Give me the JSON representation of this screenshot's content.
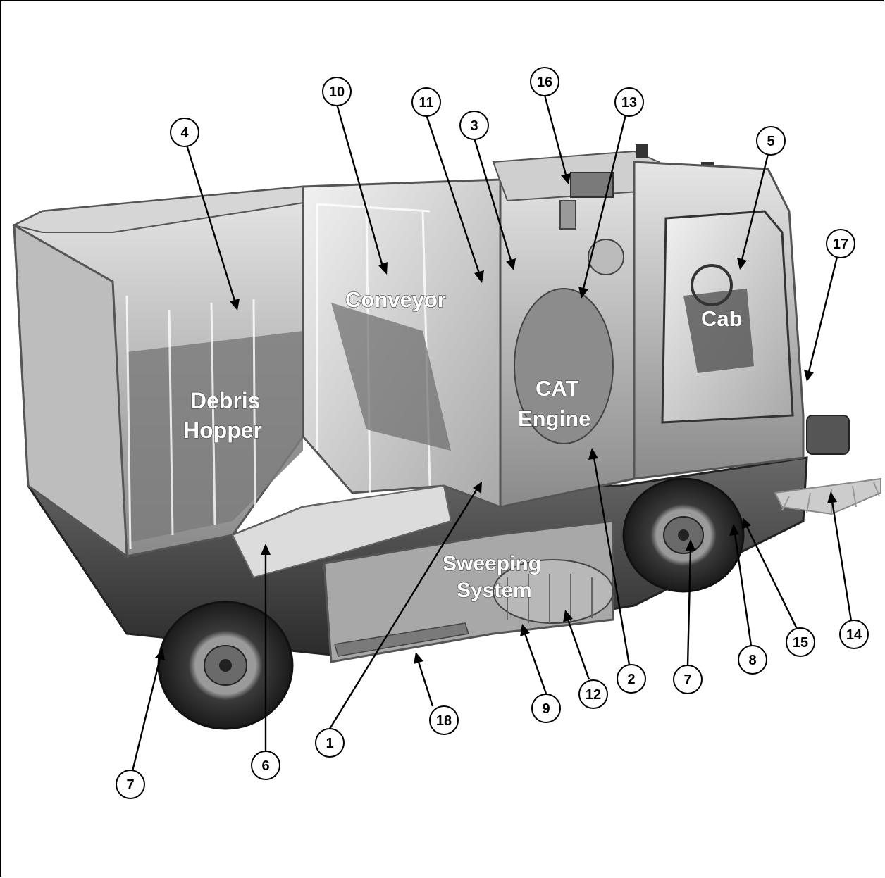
{
  "region_labels": {
    "conveyor": "Conveyor",
    "debris_line1": "Debris",
    "debris_line2": "Hopper",
    "engine_line1": "CAT",
    "engine_line2": "Engine",
    "cab": "Cab",
    "sweeping_line1": "Sweeping",
    "sweeping_line2": "System"
  },
  "callouts": {
    "c10": "10",
    "c11": "11",
    "c3": "3",
    "c16": "16",
    "c13": "13",
    "c4": "4",
    "c5": "5",
    "c17": "17",
    "c1": "1",
    "c6": "6",
    "c7a": "7",
    "c18": "18",
    "c9": "9",
    "c12": "12",
    "c2": "2",
    "c7b": "7",
    "c8": "8",
    "c15": "15",
    "c14": "14"
  },
  "colors": {
    "outline": "#000000",
    "truck_body": "#9a9a9a",
    "panel_light": "#d8d8d8",
    "tire": "#2a2a2a"
  }
}
